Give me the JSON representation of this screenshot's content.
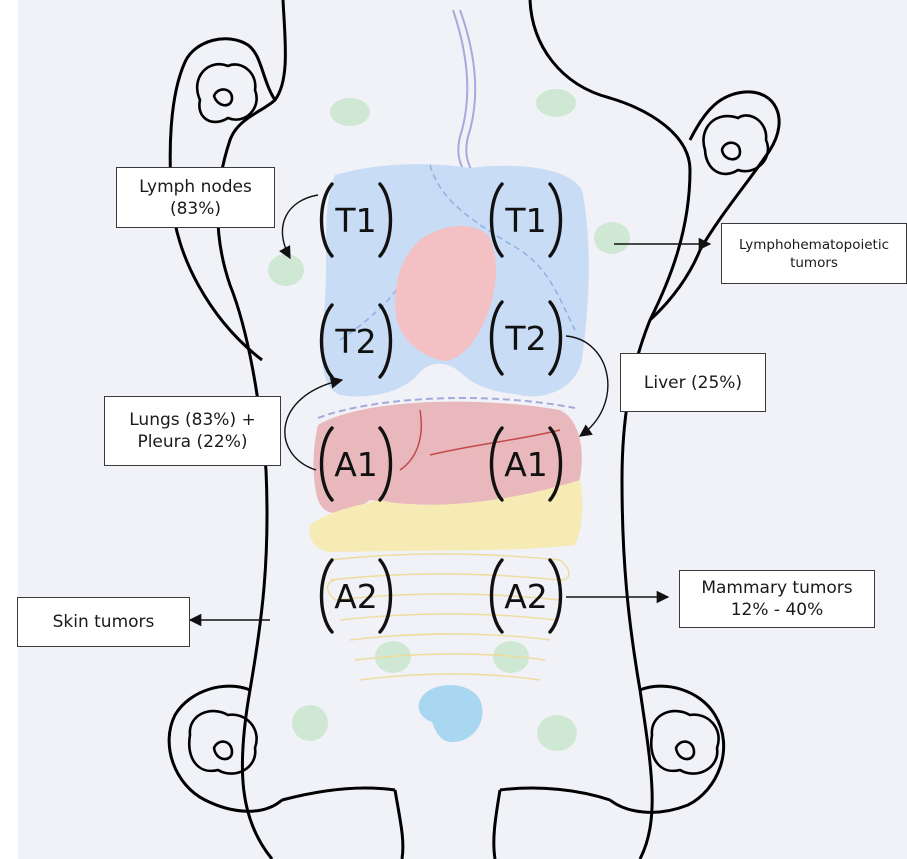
{
  "colors": {
    "background": "#f0f2f7",
    "outline": "#000000",
    "lungs": "#c9dcf5",
    "heart": "#f3c0c4",
    "liver": "#e8b8bc",
    "fat": "#f6eab5",
    "intestine": "#eedc9c",
    "bladder": "#a9d7f2",
    "lymph_node": "#cfe8d3",
    "vessel": "#a6a9dc"
  },
  "glands": {
    "t1_left": "T1",
    "t1_right": "T1",
    "t2_left": "T2",
    "t2_right": "T2",
    "a1_left": "A1",
    "a1_right": "A1",
    "a2_left": "A2",
    "a2_right": "A2"
  },
  "callouts": {
    "lymph_nodes": [
      "Lymph nodes",
      "(83%)"
    ],
    "lymphohematopoietic": [
      "Lymphohematopoietic",
      "tumors"
    ],
    "liver": "Liver (25%)",
    "lungs": [
      "Lungs (83%) +",
      "Pleura (22%)"
    ],
    "mammary": [
      "Mammary tumors",
      "12% - 40%"
    ],
    "skin": "Skin tumors"
  }
}
